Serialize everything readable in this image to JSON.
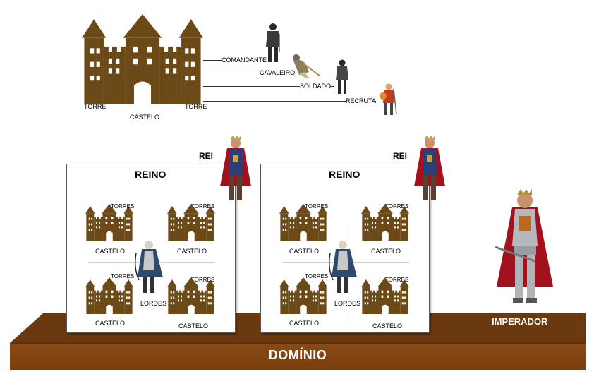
{
  "top": {
    "tower_left_label": "TORRE",
    "tower_right_label": "TORRE",
    "castle_label": "CASTELO",
    "ranks": [
      "COMANDANTE",
      "CAVALEIRO",
      "SOLDADO",
      "RECRUTA"
    ]
  },
  "kingdoms": [
    {
      "title": "REINO",
      "king_label": "REI",
      "lords_label": "LORDES",
      "castles": [
        {
          "towers_label": "TORRES",
          "castle_label": "CASTELO"
        },
        {
          "towers_label": "TORRES",
          "castle_label": "CASTELO"
        },
        {
          "towers_label": "TORRES",
          "castle_label": "CASTELO"
        },
        {
          "towers_label": "TORRES",
          "castle_label": "CASTELO"
        }
      ]
    },
    {
      "title": "REINO",
      "king_label": "REI",
      "lords_label": "LORDES",
      "castles": [
        {
          "towers_label": "TORRES",
          "castle_label": "CASTELO"
        },
        {
          "towers_label": "TORRES",
          "castle_label": "CASTELO"
        },
        {
          "towers_label": "TORRES",
          "castle_label": "CASTELO"
        },
        {
          "towers_label": "TORRES",
          "castle_label": "CASTELO"
        }
      ]
    }
  ],
  "emperor_label": "IMPERADOR",
  "domain_label": "DOMÍNIO",
  "colors": {
    "castle": "#6b4a17",
    "platform_top": "#6a3910",
    "platform_front": "#8a4a14"
  }
}
